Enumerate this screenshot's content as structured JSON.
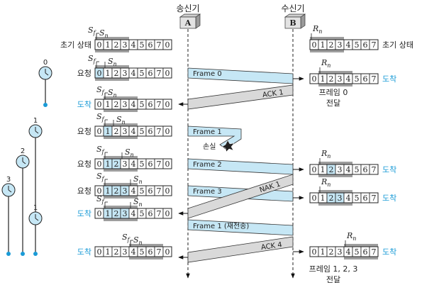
{
  "sender_title": "송신기",
  "receiver_title": "수신기",
  "sender_label": "A",
  "receiver_label": "B",
  "window_digits": [
    "0",
    "1",
    "2",
    "3",
    "4",
    "5",
    "6",
    "7",
    "0"
  ],
  "receiver_digits": [
    "0",
    "1",
    "2",
    "3",
    "4",
    "5",
    "6",
    "7"
  ],
  "sf_label": "S",
  "sf_sub": "f",
  "sn_label": "S",
  "sn_sub": "n",
  "rn_label": "R",
  "rn_sub": "n",
  "initial_state": "초기 상태",
  "request": "요청",
  "arrive": "도착",
  "frame0": "Frame 0",
  "frame1": "Frame 1",
  "frame2": "Frame 2",
  "frame3": "Frame 3",
  "frame1_resend": "Frame 1 (재전송)",
  "lost": "손실",
  "ack1": "ACK 1",
  "nak1": "NAK 1",
  "ack4": "ACK 4",
  "deliver1": "프레임 0",
  "deliver2": "전달",
  "deliver3": "프레임 1, 2, 3",
  "deliver4": "전달",
  "timer0": "0",
  "timer1": "1",
  "timer2": "2",
  "timer3": "3",
  "timer1b": "1"
}
